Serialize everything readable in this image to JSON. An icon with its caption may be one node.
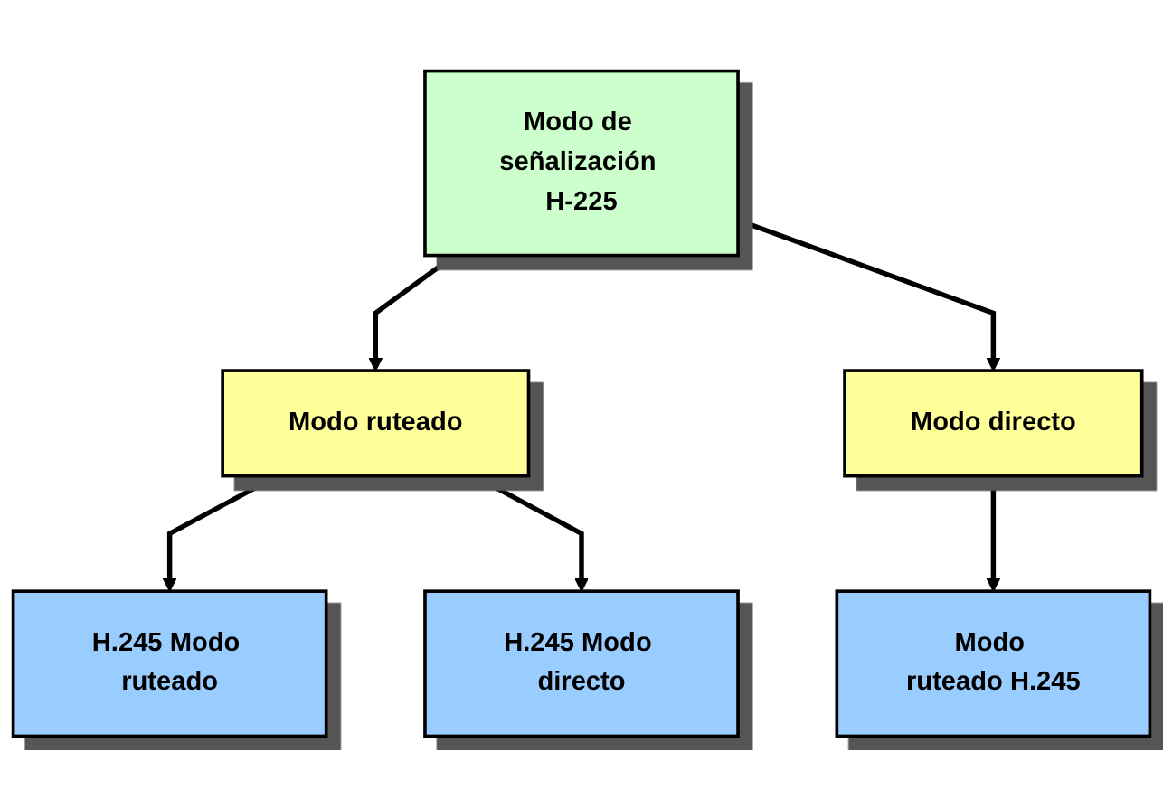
{
  "diagram": {
    "nodes": [
      {
        "text": [
          "Modo de señalización H-225"
        ]
      },
      {
        "text": [
          "Modo ruteado"
        ]
      },
      {
        "text": [
          "Modo directo"
        ]
      },
      {
        "text": [
          "H.245 Modo ruteado"
        ]
      },
      {
        "text": [
          "H.245 Modo directo"
        ]
      },
      {
        "text": [
          "Modo ruteado H.245"
        ]
      }
    ],
    "edges": [
      {
        "from": 0,
        "to": 1,
        "arrow": "to"
      },
      {
        "from": 0,
        "to": 2,
        "arrow": "to"
      },
      {
        "from": 1,
        "to": 3,
        "arrow": "to"
      },
      {
        "from": 1,
        "to": 4,
        "arrow": "to"
      },
      {
        "from": 2,
        "to": 5,
        "arrow": "to"
      }
    ]
  }
}
